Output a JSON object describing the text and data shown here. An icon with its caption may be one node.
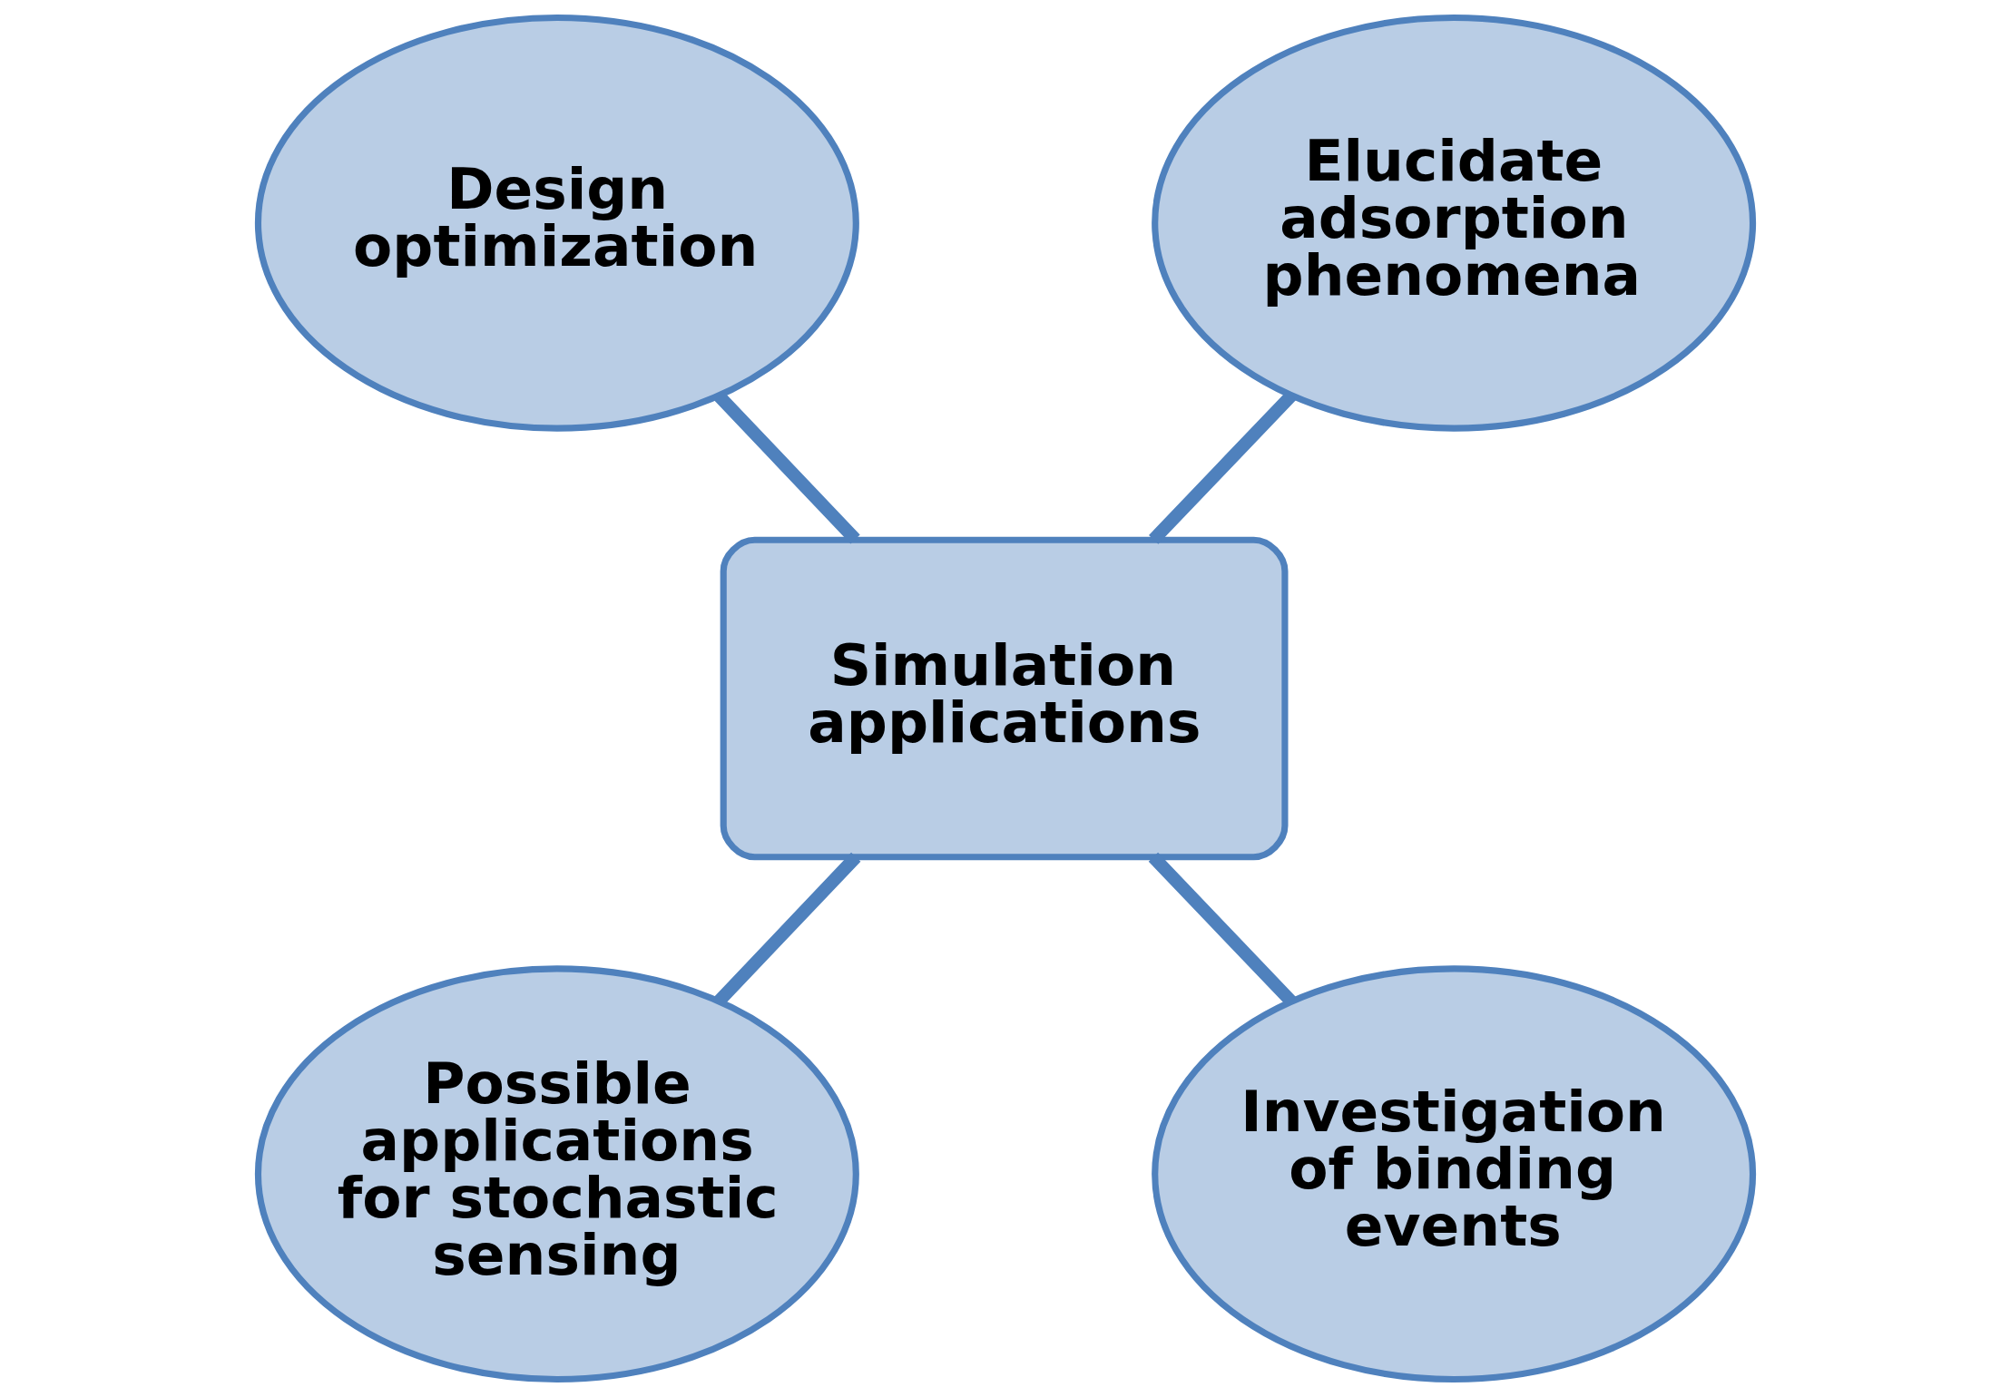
{
  "diagram": {
    "nodes": [
      {
        "text": [
          "Design optimization"
        ]
      },
      {
        "text": [
          "Elucidate adsorption phenomena"
        ]
      },
      {
        "text": [
          "Simulation applications"
        ]
      },
      {
        "text": [
          "Possible applications for stochastic sensing"
        ]
      },
      {
        "text": [
          "Investigation of binding events"
        ]
      }
    ],
    "edges": [
      {
        "from": 0,
        "to": 2,
        "arrow": "none"
      },
      {
        "from": 1,
        "to": 2,
        "arrow": "none"
      },
      {
        "from": 2,
        "to": 3,
        "arrow": "none"
      },
      {
        "from": 2,
        "to": 4,
        "arrow": "none"
      }
    ]
  }
}
